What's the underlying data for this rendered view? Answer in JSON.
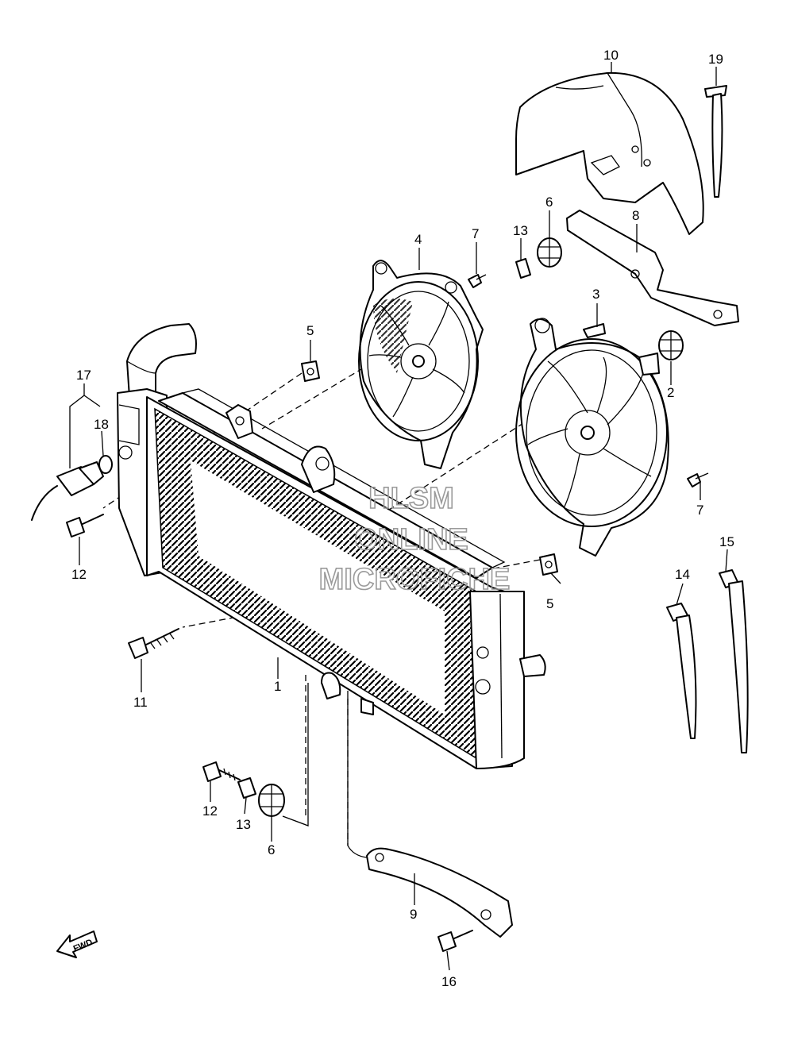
{
  "diagram": {
    "callouts": [
      "1",
      "2",
      "3",
      "4",
      "5",
      "5",
      "6",
      "6",
      "7",
      "7",
      "8",
      "9",
      "10",
      "11",
      "12",
      "12",
      "13",
      "13",
      "14",
      "15",
      "16",
      "17",
      "18",
      "19"
    ],
    "watermark": {
      "line1": "HLSM",
      "line2": "ONLINE",
      "line3": "MICROFICHE"
    },
    "fwd_label": "FWD"
  }
}
